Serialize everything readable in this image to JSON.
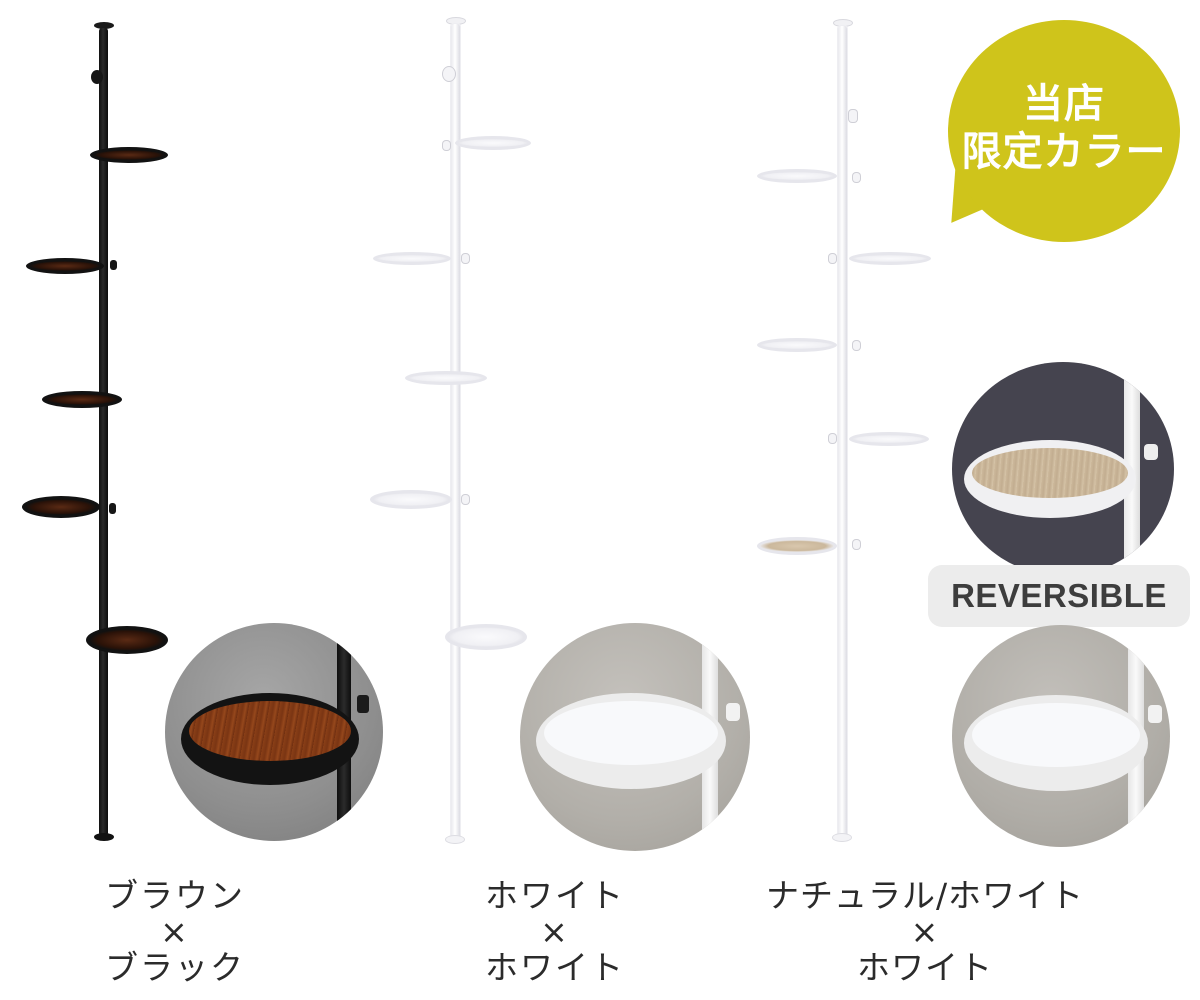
{
  "badge": {
    "line1": "当店",
    "line2": "限定カラー",
    "color": "#cfc41b"
  },
  "reversible": {
    "label": "REVERSIBLE"
  },
  "products": [
    {
      "name_line1": "ブラウン",
      "separator": "×",
      "name_line2": "ブラック",
      "frame_color": "black",
      "tray_color": "brown wood"
    },
    {
      "name_line1": "ホワイト",
      "separator": "×",
      "name_line2": "ホワイト",
      "frame_color": "white",
      "tray_color": "white"
    },
    {
      "name_line1": "ナチュラル/ホワイト",
      "separator": "×",
      "name_line2": "ホワイト",
      "frame_color": "white",
      "tray_color": "natural wood / white (reversible)"
    }
  ],
  "icons": {
    "badge": "speech-bubble-icon",
    "tray_closeup": "tray-closeup-image"
  }
}
